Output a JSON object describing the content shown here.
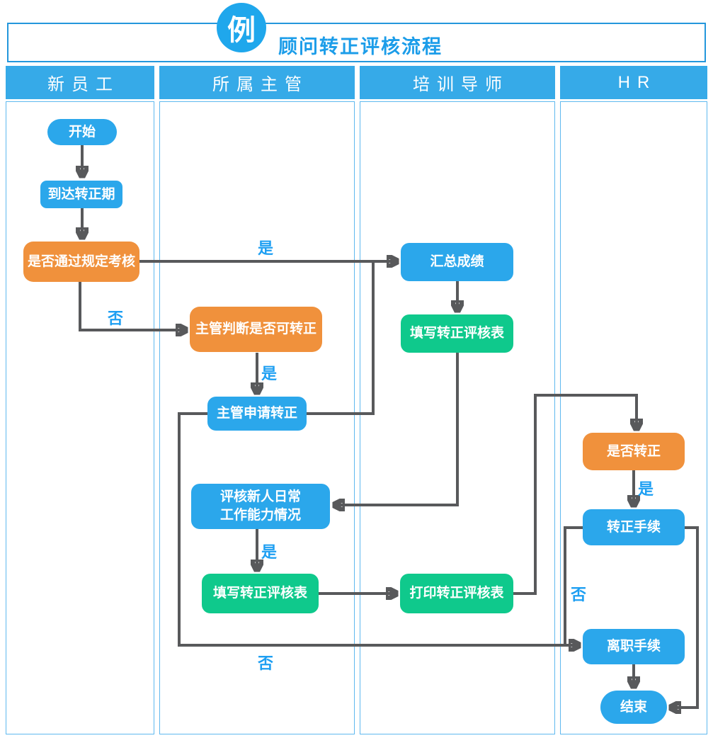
{
  "badge": {
    "label": "例"
  },
  "title": "顾问转正评核流程",
  "lanes": [
    {
      "label": "新员工"
    },
    {
      "label": "所属主管"
    },
    {
      "label": "培训导师"
    },
    {
      "label": "HR"
    }
  ],
  "nodes": {
    "start": {
      "label": "开始",
      "type": "terminator"
    },
    "reach_period": {
      "label": "到达转正期",
      "type": "process"
    },
    "pass_exam": {
      "label": "是否通过规定考核",
      "type": "decision"
    },
    "judge_convert": {
      "label": "主管判断是否可转正",
      "type": "decision"
    },
    "apply_convert": {
      "label": "主管申请转正",
      "type": "process"
    },
    "evaluate_daily": {
      "label": "评核新人日常\n工作能力情况",
      "type": "process"
    },
    "fill_form_supervisor": {
      "label": "填写转正评核表",
      "type": "form"
    },
    "summarize_scores": {
      "label": "汇总成绩",
      "type": "process"
    },
    "fill_form_mentor": {
      "label": "填写转正评核表",
      "type": "form"
    },
    "print_form": {
      "label": "打印转正评核表",
      "type": "form"
    },
    "is_convert": {
      "label": "是否转正",
      "type": "decision"
    },
    "convert_procedure": {
      "label": "转正手续",
      "type": "process"
    },
    "resign_procedure": {
      "label": "离职手续",
      "type": "process"
    },
    "end": {
      "label": "结束",
      "type": "terminator"
    }
  },
  "edge_labels": {
    "yes_pass": "是",
    "no_pass": "否",
    "yes_judge": "是",
    "yes_evaluate": "是",
    "yes_convert": "是",
    "no_convert": "否",
    "no_bottom": "否"
  },
  "colors": {
    "process_blue": "#2BA7EB",
    "decision_orange": "#F0913C",
    "form_green": "#0FC98C",
    "lane_header_blue": "#36AAE8",
    "connector_gray": "#58595B",
    "edge_label_blue": "#1E9FF2",
    "title_blue": "#1C9DE9"
  }
}
